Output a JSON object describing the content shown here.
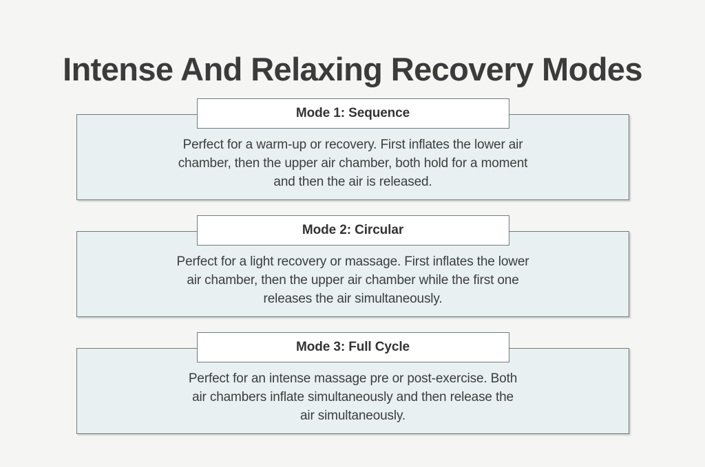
{
  "page": {
    "title": "Intense And Relaxing Recovery Modes",
    "background_color": "#f5f5f4",
    "title_color": "#3b3b3b",
    "card_fill_color": "#e8f0f2",
    "card_border_color": "#6f7b7d",
    "badge_fill_color": "#ffffff",
    "body_text_color": "#3d3d3d"
  },
  "modes": [
    {
      "badge_label": "Mode 1: Sequence",
      "description": "Perfect for a warm-up or recovery. First inflates the lower air chamber, then the upper air chamber, both hold for a moment and then the air is released.",
      "lines": [
        "Perfect for a warm-up or recovery. First inflates the lower air",
        "chamber, then the upper air chamber, both hold for a moment",
        "and then the air is released."
      ]
    },
    {
      "badge_label": "Mode 2: Circular",
      "description": "Perfect for a light recovery or massage. First inflates the lower air chamber, then the upper air chamber while the first one releases the air simultaneously.",
      "lines": [
        "Perfect for a light recovery or massage. First inflates the lower",
        "air chamber, then the upper air chamber while the first one",
        "releases the air simultaneously."
      ]
    },
    {
      "badge_label": "Mode 3: Full Cycle",
      "description": "Perfect for an intense massage pre or post-exercise. Both air chambers inflate simultaneously and then release the air simultaneously.",
      "lines": [
        "Perfect for an intense massage pre or post-exercise. Both",
        "air chambers inflate simultaneously and then release the",
        "air simultaneously."
      ]
    }
  ]
}
